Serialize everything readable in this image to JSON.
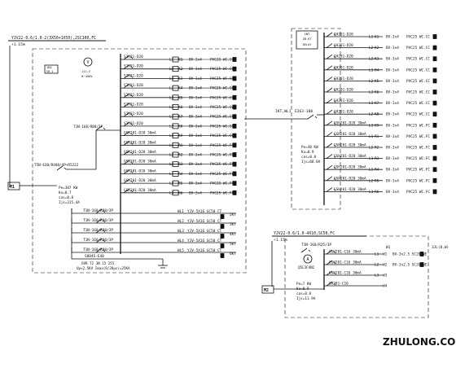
{
  "left_panel": {
    "header_cable": "YJV22-0.6/1.0-2(3X50+1X50),2SC100,FC",
    "header_elev": "+1.15m",
    "meter_label": "V",
    "meter_range": "0~450V",
    "small_box": "1N1",
    "small_box_sub": "SB.1",
    "incoming_breaker": "T5N-630/R400/4P+R5222",
    "incoming_tag": "M1",
    "load_calc": [
      "Pe=307 KW",
      "Kx=0.7",
      "cos=0.8",
      "Ijs=315.4A"
    ],
    "bus_breaker": "T1N-160/R80/3P",
    "circuits": [
      {
        "breaker": "S2H01-D20",
        "line": "L1",
        "kid": "K1",
        "cable": "BV-3x4",
        "conduit": "PVC25 WC.CC"
      },
      {
        "breaker": "S2H01-D20",
        "line": "L2",
        "kid": "K2",
        "cable": "BV-3x4",
        "conduit": "PVC25 WC.CC"
      },
      {
        "breaker": "S2H01-D20",
        "line": "L3",
        "kid": "K3",
        "cable": "BV-3x4",
        "conduit": "PVC25 WC.CC"
      },
      {
        "breaker": "S2H01-D20",
        "line": "L1",
        "kid": "K4",
        "cable": "BV-3x4",
        "conduit": "PVC25 WC.CC"
      },
      {
        "breaker": "S2H01-D20",
        "line": "L2",
        "kid": "K5",
        "cable": "BV-3x4",
        "conduit": "PVC25 WC.CC"
      },
      {
        "breaker": "S2H01-D20",
        "line": "L3",
        "kid": "K6",
        "cable": "BV-3x4",
        "conduit": "PVC25 WC.CC"
      },
      {
        "breaker": "S2H01-D20",
        "line": "L1",
        "kid": "K7",
        "cable": "BV-3x4",
        "conduit": "PVC25 WC.CC"
      },
      {
        "breaker": "S2H01-D20",
        "line": "L2",
        "kid": "K8",
        "cable": "BV-3x4",
        "conduit": "PVC25 WC.CC"
      },
      {
        "breaker": "GSH201-D20 30mA",
        "line": "L3",
        "kid": "K9",
        "cable": "BV-3x4",
        "conduit": "PVC25 WC.CC"
      },
      {
        "breaker": "GSH201-D20 30mA",
        "line": "L1",
        "kid": "R1",
        "cable": "BV-3x4",
        "conduit": "PVC25 WC.FC"
      },
      {
        "breaker": "GSH201-D20 30mA",
        "line": "L2",
        "kid": "R2",
        "cable": "BV-3x4",
        "conduit": "PVC25 WC.FC"
      },
      {
        "breaker": "GSH201-D20 30mA",
        "line": "L3",
        "kid": "R3",
        "cable": "BV-3x4",
        "conduit": "PVC25 WC.FC"
      },
      {
        "breaker": "GSH201-D20 30mA",
        "line": "L1",
        "kid": "R4",
        "cable": "BV-3x4",
        "conduit": "PVC25 WC.FC"
      },
      {
        "breaker": "GSH201-D20 30mA",
        "line": "L2",
        "kid": "R5",
        "cable": "BV-3x4",
        "conduit": "PVC25 WC.FC"
      },
      {
        "breaker": "GSH201-D20 30mA",
        "line": "L3",
        "kid": "R6",
        "cable": "BV-3x4",
        "conduit": "PVC25 WC.FC"
      }
    ],
    "feeders": [
      {
        "breaker": "T1N-160/R80/3P",
        "id": "WL1",
        "cable": "YJV-5X16 SC50 CT",
        "dest": "2KT"
      },
      {
        "breaker": "T1N-160/R80/3P",
        "id": "WL2",
        "cable": "YJV-5X16 SC50 CT",
        "dest": "3KT"
      },
      {
        "breaker": "T1N-160/R80/3P",
        "id": "WL3",
        "cable": "YJV-5X16 SC50 CT",
        "dest": "4KT"
      },
      {
        "breaker": "T1N-160/R80/3P",
        "id": "WL4",
        "cable": "YJV-5X16 SC50 CT",
        "dest": "5KT"
      },
      {
        "breaker": "T1N-160/R80/3P",
        "id": "WL5",
        "cable": "YJV-5X16 SC50 CT",
        "dest": "6KT"
      }
    ],
    "spd": {
      "breaker": "S804S-E40",
      "model": "OVR T2 3N 15 255",
      "spec": "Up<2.5KV Imax(8/20μs)=25KA"
    }
  },
  "right_top": {
    "box_label": "1NT",
    "box_sub": "ZB-KT",
    "box_sub2": "DELAY",
    "incoming_tag": "1KT,WL1",
    "incoming_breaker": "E263-100",
    "load_calc": [
      "Pe=40 KW",
      "Kx=0.9",
      "cos=0.8",
      "Ijs=68.8A"
    ],
    "circuits": [
      {
        "breaker": "SH201-D20",
        "line": "L1",
        "kid": "K1",
        "cable": "BV-3x4",
        "conduit": "PVC25 WC.CC"
      },
      {
        "breaker": "SH201-D20",
        "line": "L2",
        "kid": "K2",
        "cable": "BV-3x4",
        "conduit": "PVC25 WC.CC"
      },
      {
        "breaker": "SH201-D20",
        "line": "L3",
        "kid": "K3",
        "cable": "BV-3x4",
        "conduit": "PVC25 WC.CC"
      },
      {
        "breaker": "SH201-D20",
        "line": "L1",
        "kid": "K4",
        "cable": "BV-3x4",
        "conduit": "PVC25 WC.CC"
      },
      {
        "breaker": "SH201-D20",
        "line": "L2",
        "kid": "K5",
        "cable": "BV-3x4",
        "conduit": "PVC25 WC.CC"
      },
      {
        "breaker": "SH201-D20",
        "line": "L3",
        "kid": "K6",
        "cable": "BV-3x4",
        "conduit": "PVC25 WC.CC"
      },
      {
        "breaker": "SH201-D20",
        "line": "L1",
        "kid": "K7",
        "cable": "BV-3x4",
        "conduit": "PVC25 WC.CC"
      },
      {
        "breaker": "SH201-D20",
        "line": "L2",
        "kid": "K8",
        "cable": "BV-3x4",
        "conduit": "PVC25 WC.CC"
      },
      {
        "breaker": "GSH201-D20 30mA",
        "line": "L3",
        "kid": "K9",
        "cable": "BV-3x4",
        "conduit": "PVC25 WC.FC"
      },
      {
        "breaker": "GSH201-D20 30mA",
        "line": "L1",
        "kid": "R1",
        "cable": "BV-3x4",
        "conduit": "PVC25 WC.FC"
      },
      {
        "breaker": "GSH201-D20 30mA",
        "line": "L2",
        "kid": "R2",
        "cable": "BV-3x4",
        "conduit": "PVC25 WC.FC"
      },
      {
        "breaker": "GSH201-D20 30mA",
        "line": "L3",
        "kid": "R3",
        "cable": "BV-3x4",
        "conduit": "PVC25 WC.FC"
      },
      {
        "breaker": "GSH201-D20 30mA",
        "line": "L1",
        "kid": "R4",
        "cable": "BV-3x4",
        "conduit": "PVC25 WC.FC"
      },
      {
        "breaker": "GSH201-D20 30mA",
        "line": "L2",
        "kid": "R5",
        "cable": "BV-3x4",
        "conduit": "PVC25 WC.FC"
      },
      {
        "breaker": "GSH201-D20 30mA",
        "line": "L3",
        "kid": "R6",
        "cable": "BV-3x4",
        "conduit": "PVC25 WC.FC"
      }
    ]
  },
  "right_bottom": {
    "header_cable": "YJV22-0.6/1.0-4X10,SC50,FC",
    "header_elev": "+1.15m",
    "header_right": "3JL(8.W)",
    "main_breaker": "T1N-160/R25/3P",
    "incoming_tag": "M2",
    "meter_label": "A",
    "ct": "Q5L3F4N2",
    "load_calc": [
      "Pe=7 KW",
      "Kx=0.9",
      "cos=0.8",
      "Ijs=11.9A"
    ],
    "col_head": "W1",
    "circuits": [
      {
        "breaker": "GSH201-C16 30mA",
        "line": "L1",
        "id": "W1",
        "cable": "BV-3x2.5 SC20 WE"
      },
      {
        "breaker": "GSH201-C16 30mA",
        "line": "L2",
        "id": "W2",
        "cable": "BV-3x2.5 SC20 WE"
      },
      {
        "breaker": "GSH201-C16 30mA",
        "line": "L3",
        "id": "W3",
        "cable": ""
      },
      {
        "breaker": "SH201-C16",
        "line": "",
        "id": "W4",
        "cable": ""
      }
    ]
  },
  "watermark": "ZHULONG.COM"
}
